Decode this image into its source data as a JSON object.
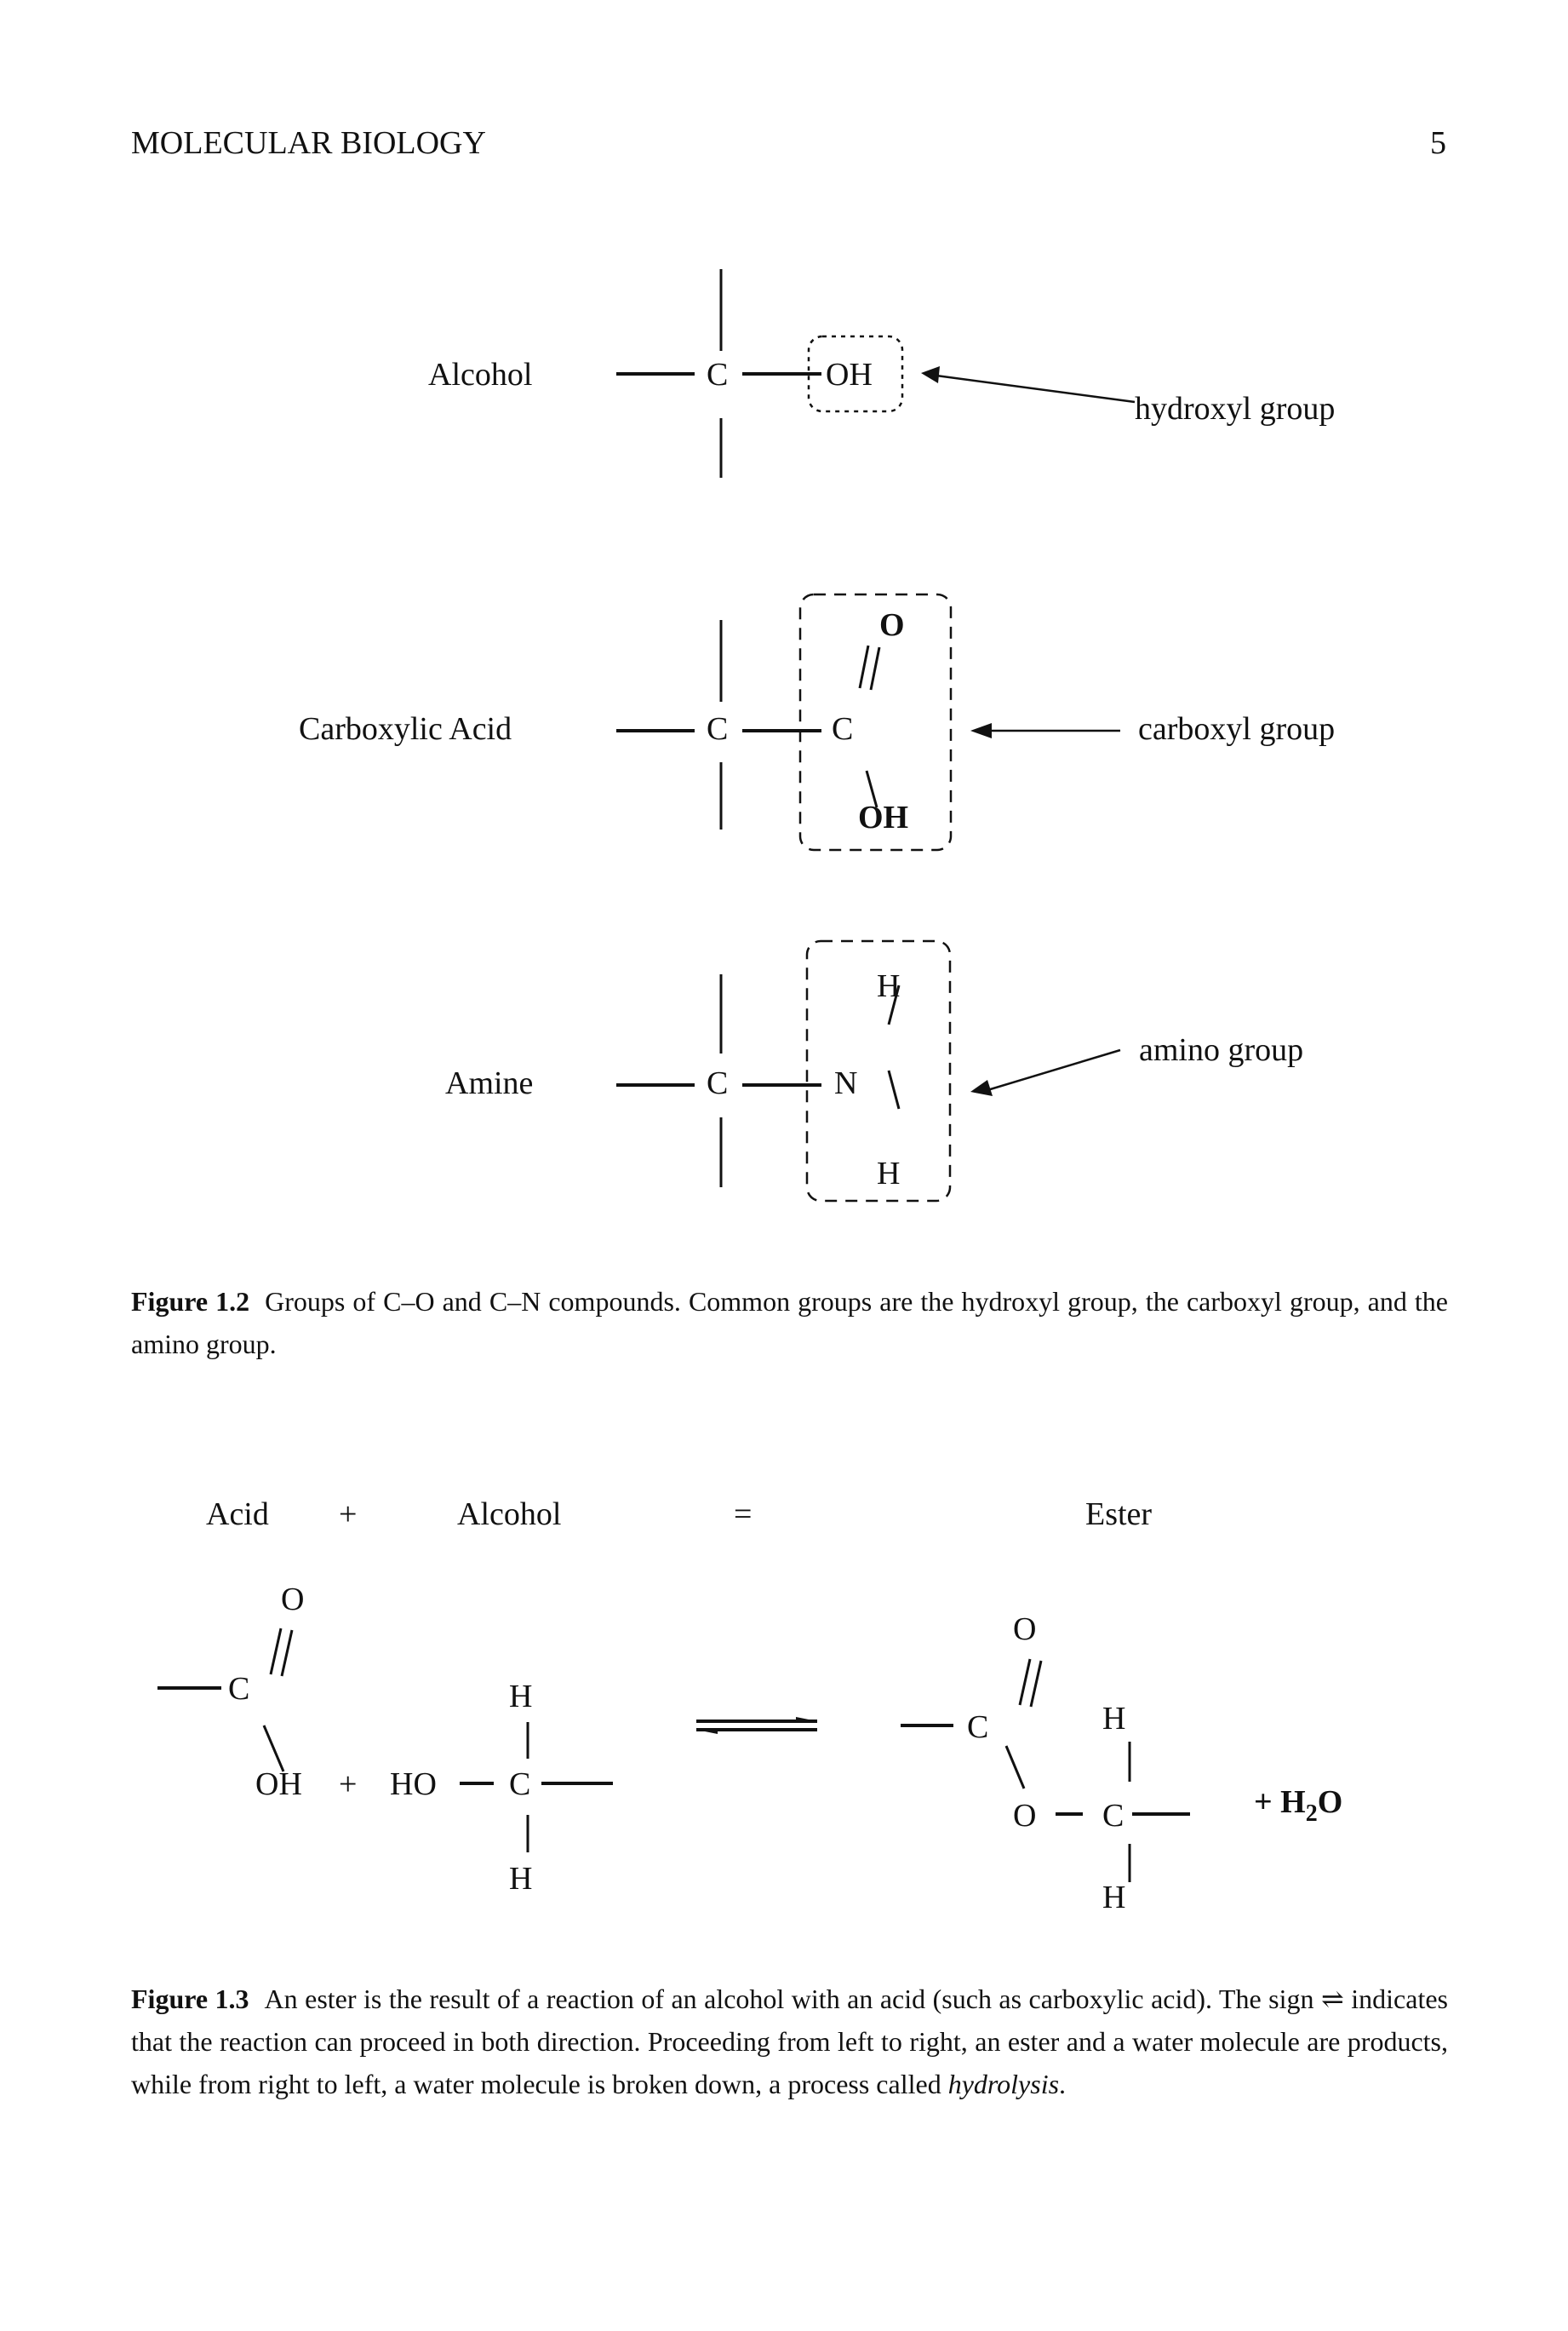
{
  "header": {
    "running_title": "MOLECULAR BIOLOGY",
    "page_number": "5"
  },
  "figure_1_2": {
    "rows": [
      {
        "label": "Alcohol",
        "atoms": [
          "C",
          "OH"
        ],
        "group_label": "hydroxyl group"
      },
      {
        "label": "Carboxylic Acid",
        "atoms": [
          "C",
          "C",
          "O",
          "OH"
        ],
        "group_label": "carboxyl group"
      },
      {
        "label": "Amine",
        "atoms": [
          "C",
          "N",
          "H",
          "H"
        ],
        "group_label": "amino group"
      }
    ],
    "caption_label": "Figure 1.2",
    "caption_text": "Groups of C–O and C–N compounds. Common groups are the hydroxyl group, the carboxyl group, and the amino group."
  },
  "figure_1_3": {
    "headings": {
      "acid": "Acid",
      "plus": "+",
      "alcohol": "Alcohol",
      "equals": "=",
      "ester": "Ester"
    },
    "reactants": {
      "acid_o": "O",
      "acid_c": "C",
      "acid_oh": "OH",
      "plus": "+",
      "alcohol_ho": "HO",
      "alcohol_c": "C",
      "alcohol_h_top": "H",
      "alcohol_h_bottom": "H"
    },
    "products": {
      "ester_o_top": "O",
      "ester_c": "C",
      "ester_o": "O",
      "ester_c2": "C",
      "ester_h_top": "H",
      "ester_h_bottom": "H",
      "water_plus": "+ H",
      "water_sub": "2",
      "water_o": "O"
    },
    "caption_label": "Figure 1.3",
    "caption_text": "An ester is the result of a reaction of an alcohol with an acid (such as carboxylic acid). The sign ⇌ indicates that the reaction can proceed in both direction. Proceeding from left to right, an ester and a water molecule are products, while from right to left, a water molecule is broken down, a process called",
    "caption_italic": "hydrolysis",
    "caption_end": "."
  }
}
